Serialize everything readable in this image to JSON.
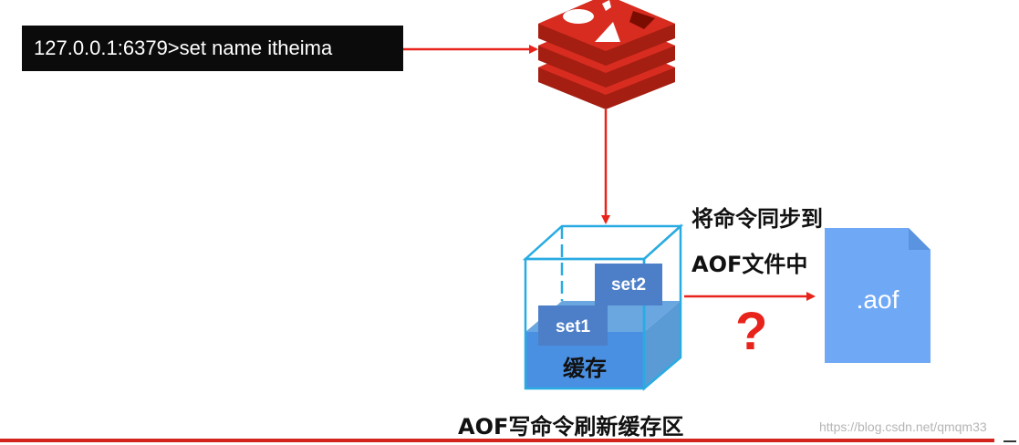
{
  "command": {
    "text": "127.0.0.1:6379>set name itheima"
  },
  "cache": {
    "label": "缓存",
    "items": [
      "set1",
      "set2"
    ]
  },
  "sync_label": {
    "line1": "将命令同步到",
    "line2": "AOF文件中"
  },
  "file": {
    "label": ".aof"
  },
  "question_mark": "?",
  "caption": "AOF写命令刷新缓存区",
  "watermark": "https://blog.csdn.net/qmqm33",
  "colors": {
    "arrow": "#e8231b",
    "redis_red": "#d82c20",
    "cube_edge": "#29abe2",
    "cache_fill": "#5b9bd5",
    "file_fill": "#6fa8f5",
    "bottom_rule": "#d2231c"
  },
  "icons": [
    "redis-logo-icon",
    "aof-file-icon",
    "cache-cube-icon"
  ]
}
